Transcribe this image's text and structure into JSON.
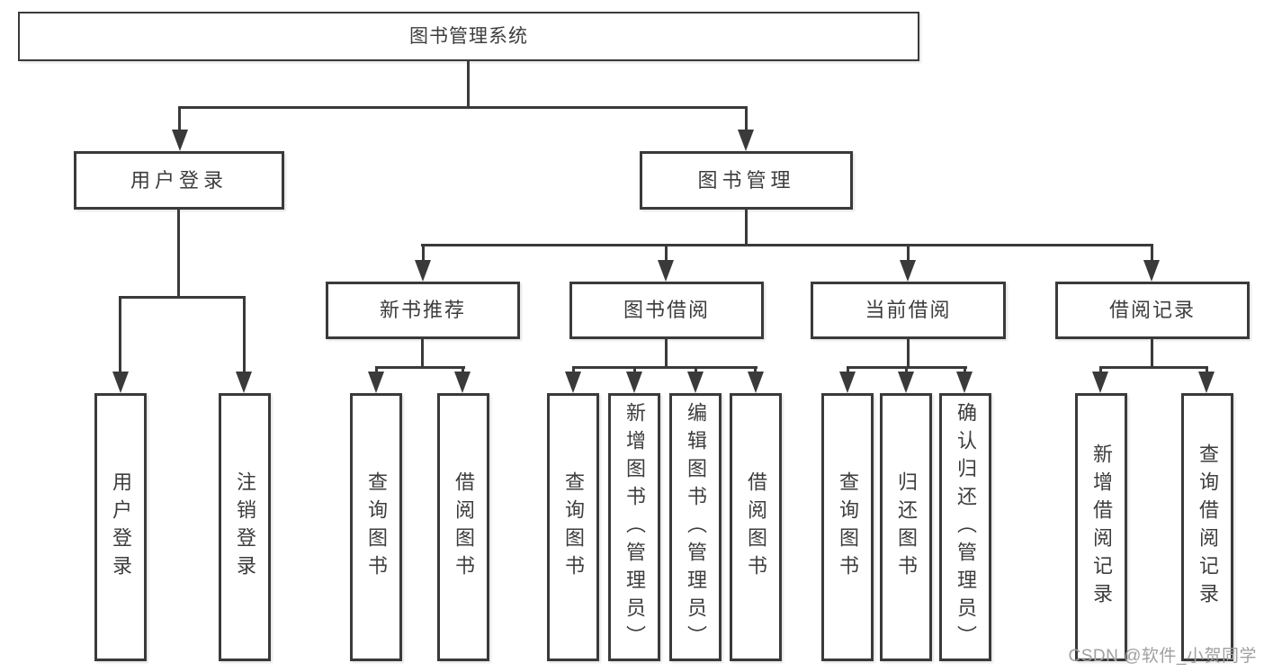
{
  "tree": {
    "label": "图书管理系统",
    "children": [
      {
        "label": "用户登录",
        "children": [
          {
            "label": "用户登录"
          },
          {
            "label": "注销登录"
          }
        ]
      },
      {
        "label": "图书管理",
        "children": [
          {
            "label": "新书推荐",
            "children": [
              {
                "label": "查询图书"
              },
              {
                "label": "借阅图书"
              }
            ]
          },
          {
            "label": "图书借阅",
            "children": [
              {
                "label": "查询图书"
              },
              {
                "label": "新增图书（管理员）"
              },
              {
                "label": "编辑图书（管理员）"
              },
              {
                "label": "借阅图书"
              }
            ]
          },
          {
            "label": "当前借阅",
            "children": [
              {
                "label": "查询图书"
              },
              {
                "label": "归还图书"
              },
              {
                "label": "确认归还（管理员）"
              }
            ]
          },
          {
            "label": "借阅记录",
            "children": [
              {
                "label": "新增借阅记录"
              },
              {
                "label": "查询借阅记录"
              }
            ]
          }
        ]
      }
    ]
  },
  "watermark": {
    "text": "CSDN @软件_小贺同学"
  },
  "colors": {
    "line": "#3a3a3a",
    "text": "#3d3d3d",
    "watermark": "#a0a0a0",
    "background": "#ffffff"
  }
}
